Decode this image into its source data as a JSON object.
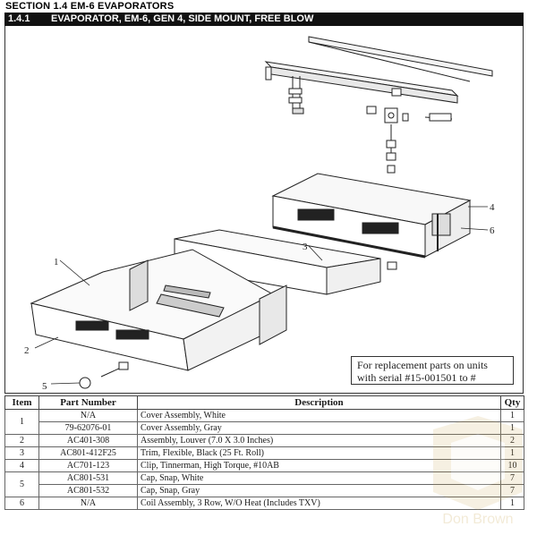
{
  "section_title": "SECTION 1.4 EM-6 EVAPORATORS",
  "subsection": {
    "number": "1.4.1",
    "title": "EVAPORATOR, EM-6, GEN 4, SIDE MOUNT, FREE BLOW"
  },
  "callouts": [
    "1",
    "2",
    "3",
    "4",
    "5",
    "6"
  ],
  "note_lines": [
    "For replacement parts on units",
    "with serial #15-001501 to #"
  ],
  "table": {
    "headers": [
      "Item",
      "Part Number",
      "Description",
      "Qty"
    ],
    "rows": [
      {
        "item": "1",
        "part": "N/A",
        "desc": "Cover Assembly, White",
        "qty": "1"
      },
      {
        "item": "",
        "part": "79-62076-01",
        "desc": "Cover Assembly, Gray",
        "qty": "1"
      },
      {
        "item": "2",
        "part": "AC401-308",
        "desc": "Assembly, Louver (7.0 X 3.0 Inches)",
        "qty": "2"
      },
      {
        "item": "3",
        "part": "AC801-412F25",
        "desc": "Trim, Flexible, Black (25 Ft. Roll)",
        "qty": "1"
      },
      {
        "item": "4",
        "part": "AC701-123",
        "desc": "Clip, Tinnerman, High Torque, #10AB",
        "qty": "10"
      },
      {
        "item": "5",
        "part": "AC801-531",
        "desc": "Cap, Snap, White",
        "qty": "7"
      },
      {
        "item": "",
        "part": "AC801-532",
        "desc": "Cap, Snap, Gray",
        "qty": "7"
      },
      {
        "item": "6",
        "part": "N/A",
        "desc": "Coil Assembly, 3 Row, W/O Heat (Includes TXV)",
        "qty": "1"
      }
    ]
  },
  "watermark": {
    "logo_text": "Don Brown",
    "color": "#c9a24a"
  }
}
